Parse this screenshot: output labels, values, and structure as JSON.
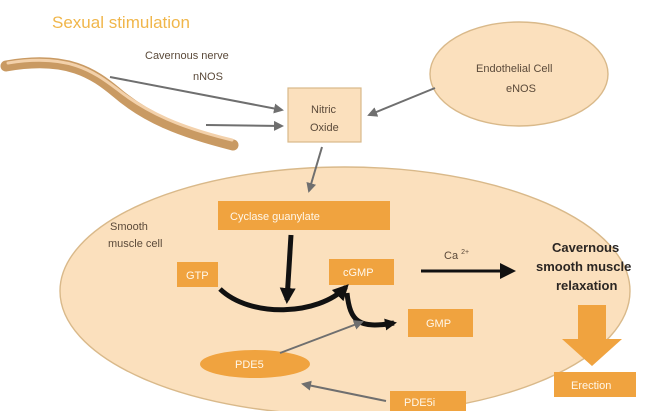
{
  "diagram": {
    "title": "Sexual stimulation",
    "cavernous_nerve": {
      "line1": "Cavernous nerve",
      "line2": "nNOS"
    },
    "endothelial_cell": {
      "line1": "Endothelial Cell",
      "line2": "eNOS"
    },
    "nitric_oxide": {
      "line1": "Nitric",
      "line2": "Oxide"
    },
    "smooth_muscle_cell": {
      "line1": "Smooth",
      "line2": "muscle cell"
    },
    "guanylate_cyclase": "Cyclase guanylate",
    "gtp": "GTP",
    "cgmp": "cGMP",
    "gmp": "GMP",
    "pde5": "PDE5",
    "ca_label": "Ca",
    "ca_superscript": "2+",
    "relaxation": {
      "line1": "Cavernous",
      "line2": "smooth muscle",
      "line3": "relaxation"
    },
    "erection": "Erection",
    "inhibitor": "PDE5i",
    "colors": {
      "accent_orange": "#f0a33f",
      "cell_beige": "#fbe0bd",
      "title_gold": "#f0b64a",
      "nerve_tan": "#c99a63"
    }
  }
}
